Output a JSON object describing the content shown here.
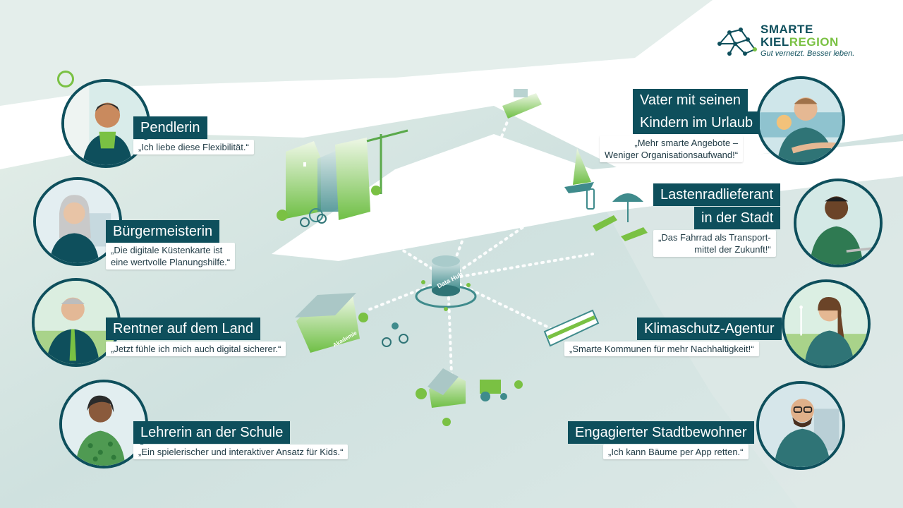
{
  "brand": {
    "line1": "SMARTE",
    "line2a": "KIEL",
    "line2b": "REGION",
    "tagline": "Gut vernetzt. Besser leben."
  },
  "center": {
    "hub_label": "Data Hub",
    "academy_label": "Akademie"
  },
  "personas": {
    "pendlerin": {
      "title": "Pendlerin",
      "quote": "„Ich liebe diese Flexibilität.“"
    },
    "buergermeisterin": {
      "title": "Bürgermeisterin",
      "quote_line1": "„Die digitale Küstenkarte ist",
      "quote_line2": "eine wertvolle Planungshilfe.“"
    },
    "rentner": {
      "title": "Rentner auf dem Land",
      "quote": "„Jetzt fühle ich mich auch digital sicherer.“"
    },
    "lehrerin": {
      "title": "Lehrerin an der Schule",
      "quote": "„Ein spielerischer und interaktiver Ansatz für Kids.“"
    },
    "vater": {
      "title_line1": "Vater mit seinen",
      "title_line2": "Kindern im Urlaub",
      "quote_line1": "„Mehr smarte Angebote –",
      "quote_line2": "Weniger Organisationsaufwand!“"
    },
    "lastenrad": {
      "title_line1": "Lastenradlieferant",
      "title_line2": "in der Stadt",
      "quote_line1": "„Das Fahrrad als Transport-",
      "quote_line2": "mittel der Zukunft!“"
    },
    "klima": {
      "title": "Klimaschutz-Agentur",
      "quote": "„Smarte Kommunen für mehr Nachhaltigkeit!“"
    },
    "stadtbewohner": {
      "title": "Engagierter Stadtbewohner",
      "quote": "„Ich kann Bäume per App retten.“"
    }
  },
  "colors": {
    "primary": "#0e4f5c",
    "accent": "#7ac143",
    "water": "#c9dedd",
    "land": "#ffffff"
  }
}
